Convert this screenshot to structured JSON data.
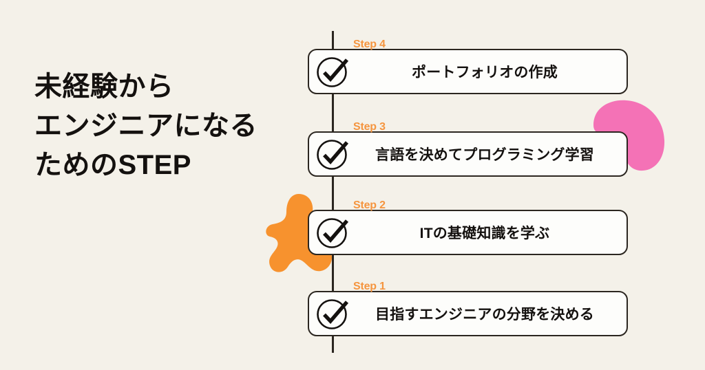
{
  "background_color": "#f4f1e9",
  "heading": {
    "text": "未経験から\nエンジニアになる\nためのSTEP",
    "color": "#14110f"
  },
  "timeline": {
    "line_color": "#2b2620",
    "accent_color": "#f5953f",
    "card_background": "#fdfdfb",
    "card_border_color": "#2b2620",
    "steps": [
      {
        "tag": "Step 4",
        "label": "ポートフォリオの作成",
        "icon": "check-circle-icon"
      },
      {
        "tag": "Step 3",
        "label": "言語を決めてプログラミング学習",
        "icon": "check-circle-icon"
      },
      {
        "tag": "Step 2",
        "label": "ITの基礎知識を学ぶ",
        "icon": "check-circle-icon"
      },
      {
        "tag": "Step 1",
        "label": "目指すエンジニアの分野を決める",
        "icon": "check-circle-icon"
      }
    ]
  },
  "decorations": [
    {
      "name": "pink-blob",
      "color": "#f472b6"
    },
    {
      "name": "orange-blob",
      "color": "#f7922e"
    }
  ]
}
